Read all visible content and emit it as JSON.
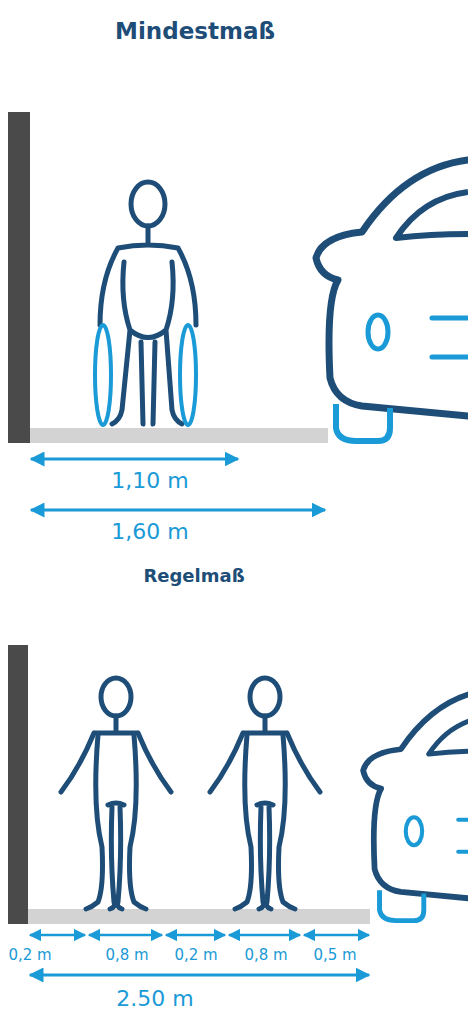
{
  "diagram": {
    "title": "Mindestmaß",
    "labels": [
      "1,10 m",
      "1,60 m",
      "Regelmaß",
      "0,2 m",
      "0,8 m",
      "0,2 m",
      "0,8 m",
      "0,5 m",
      "2.50 m"
    ]
  }
}
